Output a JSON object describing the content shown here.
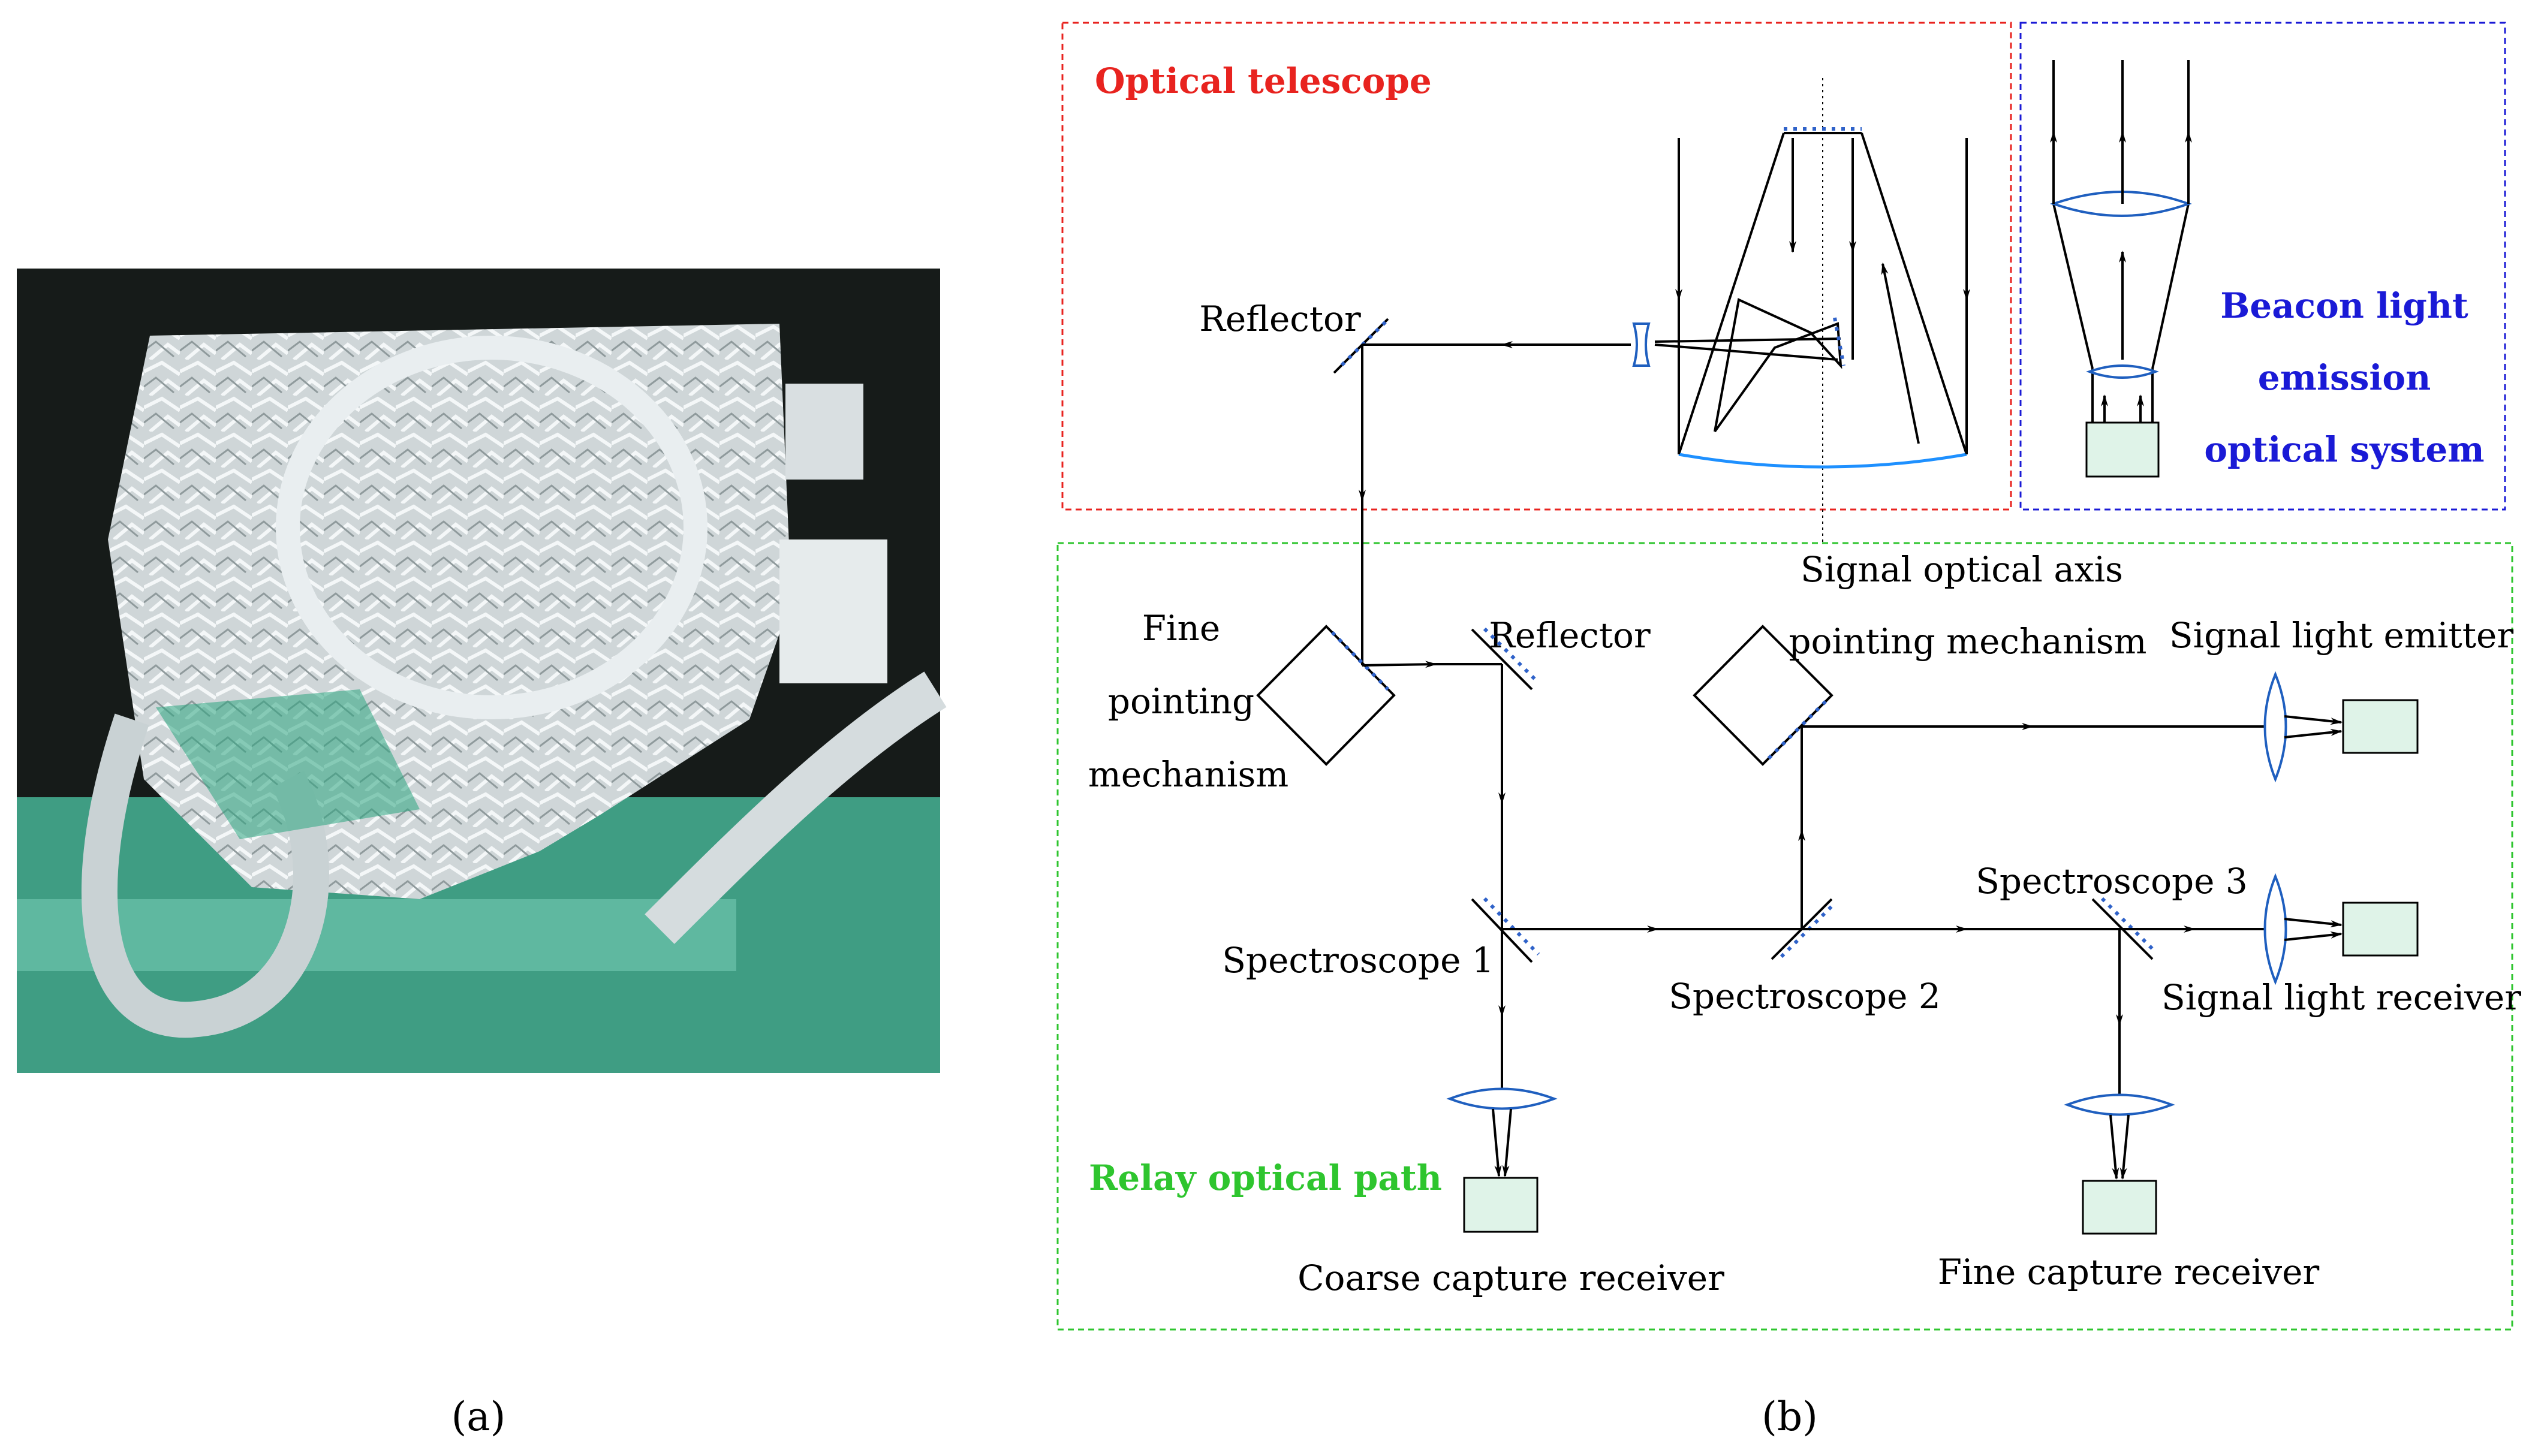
{
  "captions": {
    "a": "(a)",
    "b": "(b)"
  },
  "photo": {
    "subject": "photo of satellite optical terminal wrapped in silver foil"
  },
  "diagram": {
    "regions": {
      "telescope": {
        "title": "Optical telescope",
        "color": "#e8231f"
      },
      "beacon": {
        "title_lines": [
          "Beacon light",
          "emission",
          "optical system"
        ],
        "color": "#1a1ad6"
      },
      "relay": {
        "title": "Relay optical path",
        "color": "#2ec52e"
      }
    },
    "labels": {
      "reflector_top": "Reflector",
      "signal_axis": "Signal optical axis",
      "fine_pointing": [
        "Fine",
        "pointing",
        "mechanism"
      ],
      "reflector_relay": "Reflector",
      "pointing_mechanism": "pointing mechanism",
      "signal_emitter": "Signal light emitter",
      "spectroscope1": "Spectroscope 1",
      "spectroscope2": "Spectroscope 2",
      "spectroscope3": "Spectroscope 3",
      "signal_receiver": "Signal light receiver",
      "coarse_receiver": "Coarse capture receiver",
      "fine_receiver": "Fine capture receiver"
    }
  }
}
